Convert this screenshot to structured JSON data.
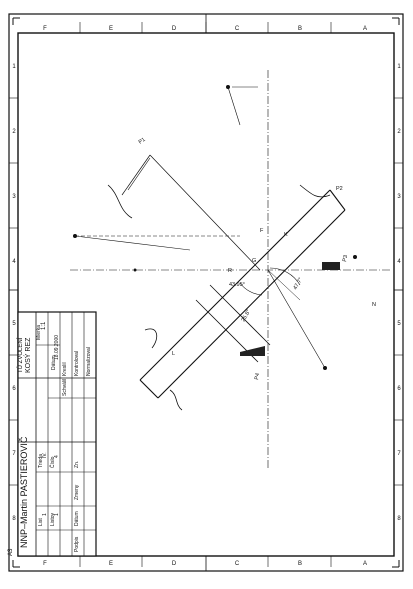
{
  "sheet": {
    "format_mark": "A3",
    "letters_top": [
      "F",
      "E",
      "D",
      "C",
      "B",
      "A"
    ],
    "letters_bottom": [
      "F",
      "E",
      "D",
      "C",
      "B",
      "A"
    ],
    "numbers_left": [
      "1",
      "2",
      "3",
      "4",
      "5",
      "6",
      "7",
      "8"
    ],
    "numbers_right": [
      "1",
      "2",
      "3",
      "4",
      "5",
      "6",
      "7",
      "8"
    ]
  },
  "title_block": {
    "school": "NNP–Martin PASTIEROVIČ",
    "scale_label": "Mierka",
    "scale": "1:1",
    "class_label": "Trieda",
    "class_value": "IV.",
    "number_label": "Číslo",
    "number_value": "4",
    "drawing_title": "KOSÝ REZ",
    "subtitle": "TÚ ZVOLENÍ",
    "sheet_label": "List",
    "sheet_value": "1",
    "sheets_label": "Listov",
    "sheets_value": "1",
    "header_cells": [
      "Zn.",
      "Zmeny",
      "Dátum",
      "Podpis"
    ],
    "row_drew": "Kreslil",
    "row_checked": "Kontroloval",
    "row_norm": "Normalizoval",
    "row_approved": "Schválil",
    "date_label": "Dátum",
    "date_value": "18.09.2000"
  },
  "annotations": {
    "p1": "P1",
    "p2": "P2",
    "p3": "P3",
    "p4": "P4",
    "angle1": "43.95°",
    "angle2": "47.7°",
    "angle3": "25.8°",
    "label_l": "L",
    "label_k": "K",
    "label_f": "F",
    "label_g": "G",
    "label_r": "R",
    "label_n": "N"
  },
  "colors": {
    "line": "#111111",
    "paper": "#ffffff"
  }
}
